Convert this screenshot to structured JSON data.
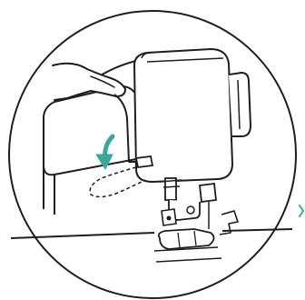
{
  "illustration": {
    "subject": "sewing-machine-presser-foot-lever",
    "colors": {
      "line": "#1e1e1e",
      "accent": "#3aa79a",
      "background": "#ffffff",
      "fill": "#ffffff"
    },
    "icons": {
      "arrow": "curved-down-arrow",
      "hand": "hand-pressing",
      "lever": "presser-foot-lever"
    }
  }
}
